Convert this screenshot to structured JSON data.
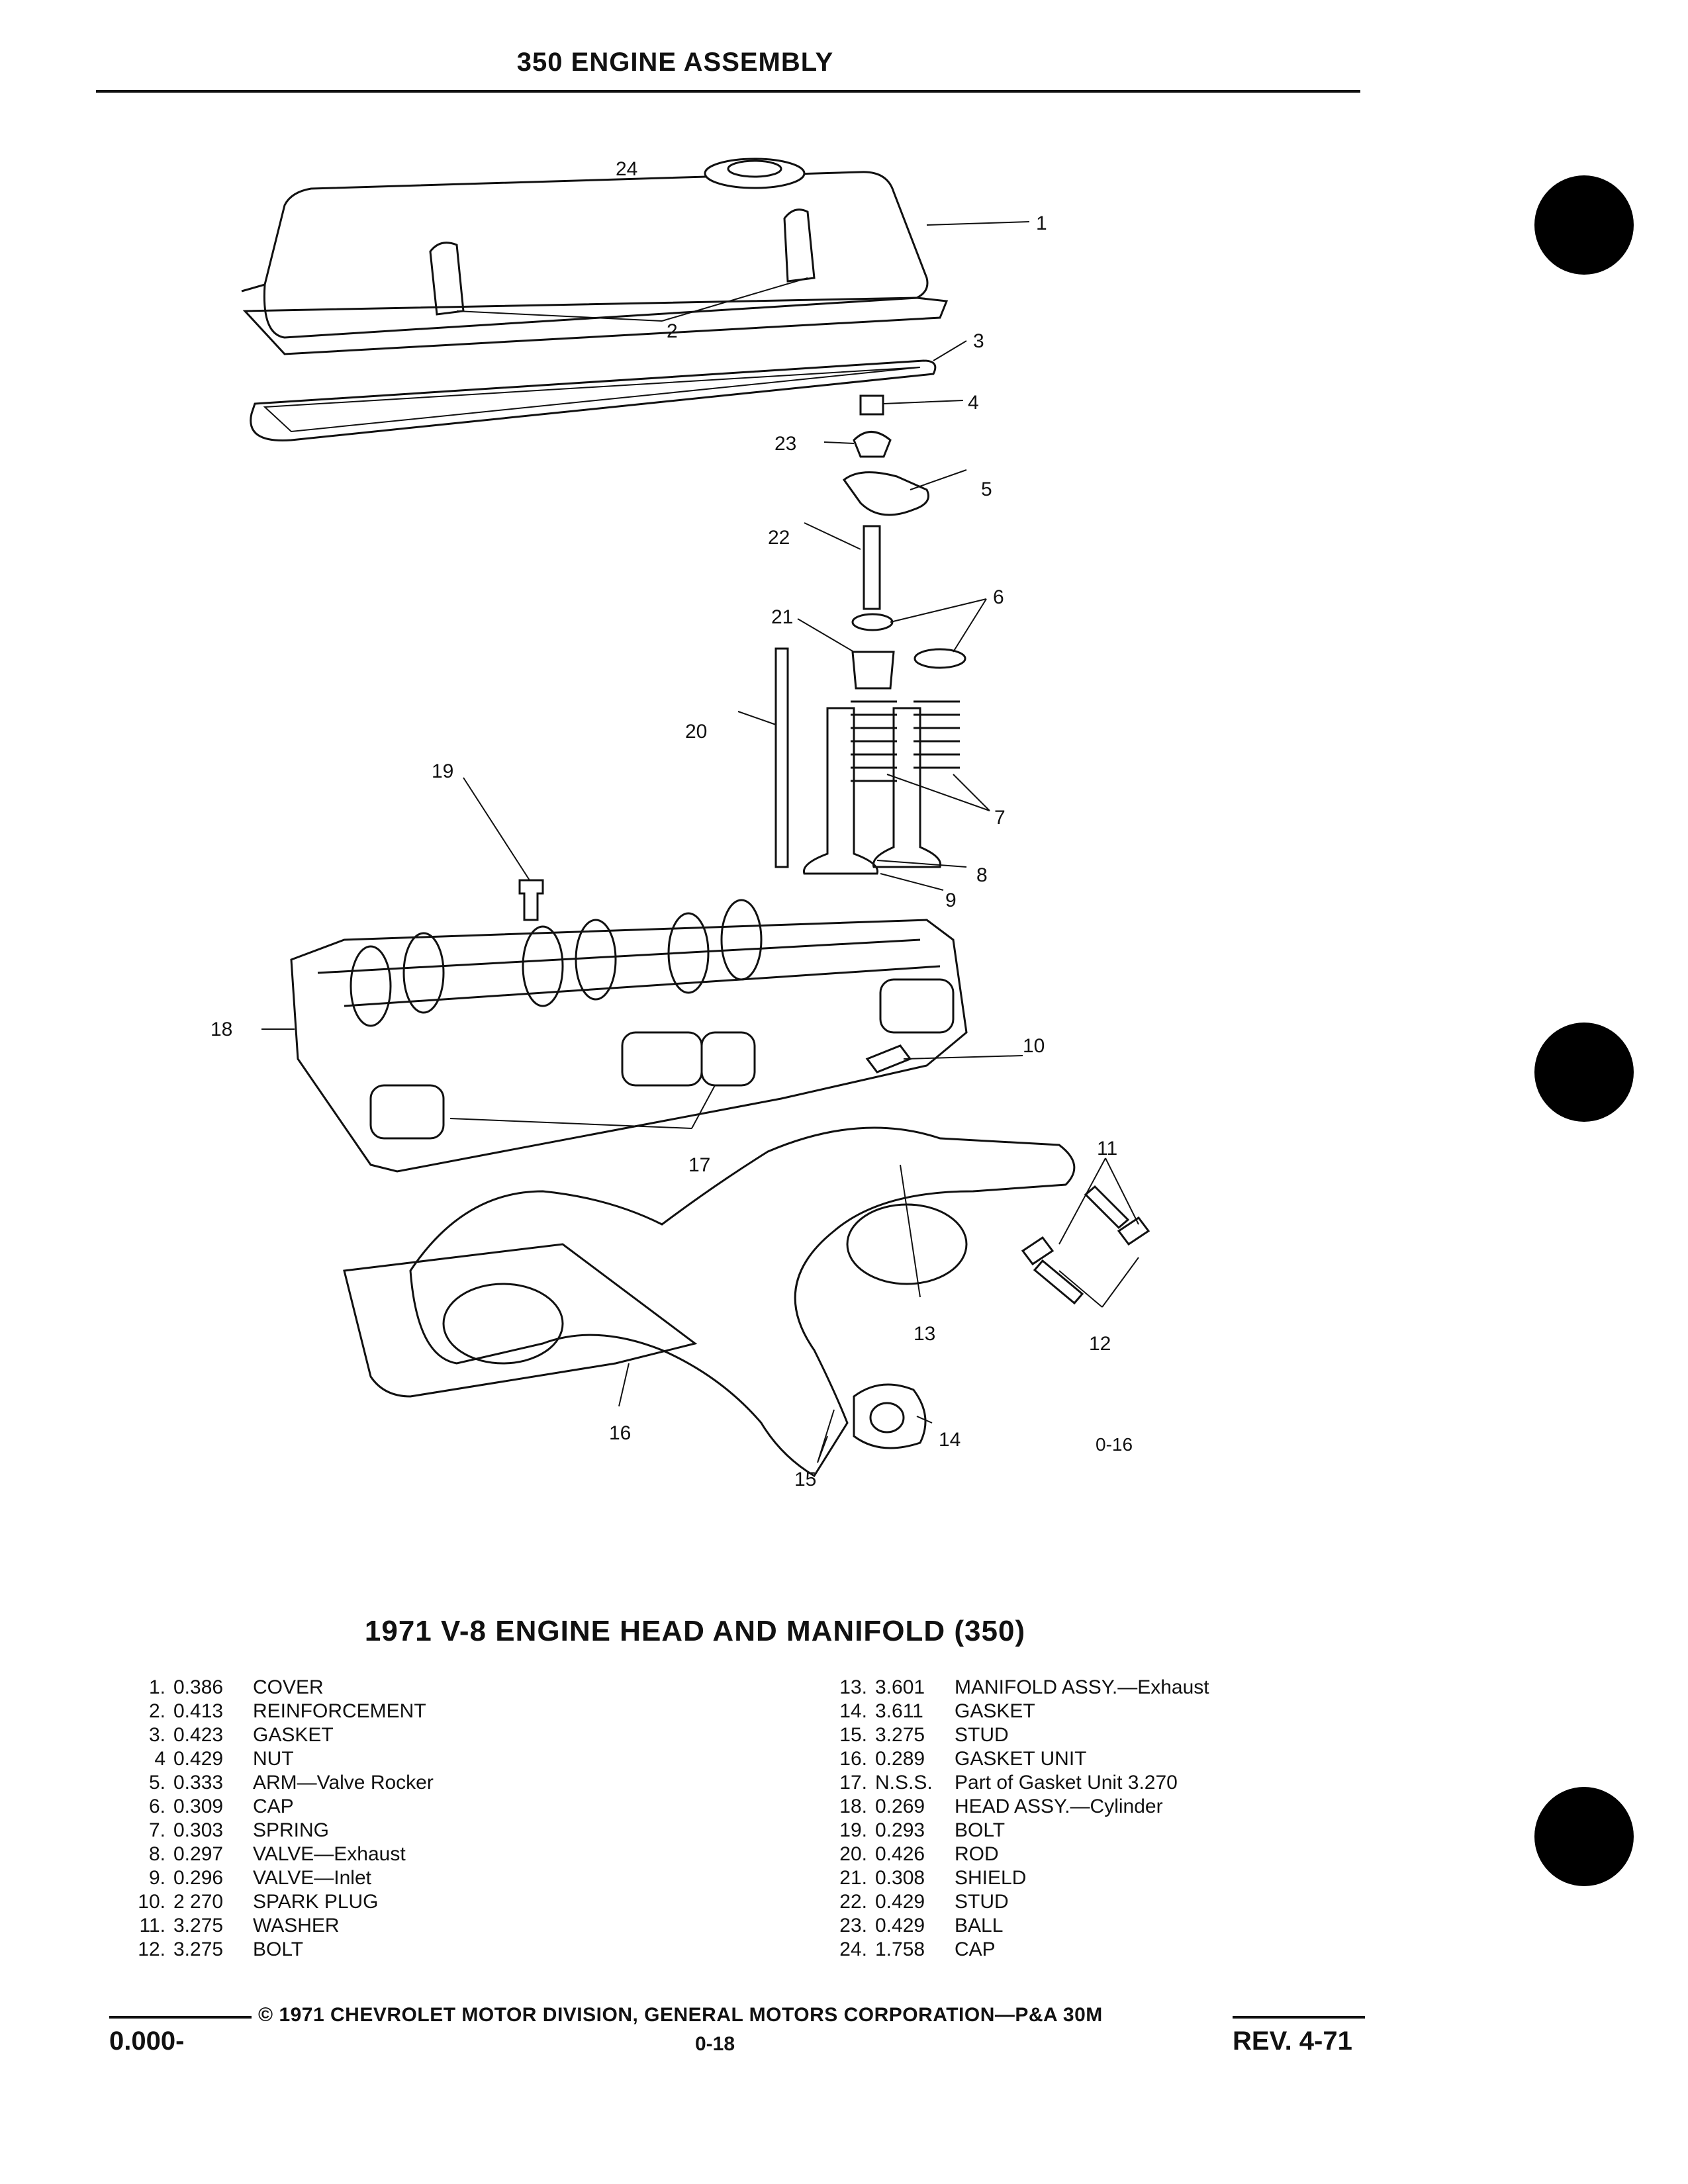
{
  "header": {
    "title": "350 ENGINE ASSEMBLY"
  },
  "diagram": {
    "figure_id": "0-16",
    "callouts": [
      "1",
      "2",
      "3",
      "4",
      "5",
      "6",
      "7",
      "8",
      "9",
      "10",
      "11",
      "12",
      "13",
      "14",
      "15",
      "16",
      "17",
      "18",
      "19",
      "20",
      "21",
      "22",
      "23",
      "24"
    ]
  },
  "legend": {
    "title": "1971 V-8 ENGINE HEAD AND MANIFOLD (350)",
    "left": [
      {
        "num": "1.",
        "code": "0.386",
        "desc": "COVER"
      },
      {
        "num": "2.",
        "code": "0.413",
        "desc": "REINFORCEMENT"
      },
      {
        "num": "3.",
        "code": "0.423",
        "desc": "GASKET"
      },
      {
        "num": "4",
        "code": "0.429",
        "desc": "NUT"
      },
      {
        "num": "5.",
        "code": "0.333",
        "desc": "ARM—Valve Rocker"
      },
      {
        "num": "6.",
        "code": "0.309",
        "desc": "CAP"
      },
      {
        "num": "7.",
        "code": "0.303",
        "desc": "SPRING"
      },
      {
        "num": "8.",
        "code": "0.297",
        "desc": "VALVE—Exhaust"
      },
      {
        "num": "9.",
        "code": "0.296",
        "desc": "VALVE—Inlet"
      },
      {
        "num": "10.",
        "code": "2 270",
        "desc": "SPARK PLUG"
      },
      {
        "num": "11.",
        "code": "3.275",
        "desc": "WASHER"
      },
      {
        "num": "12.",
        "code": "3.275",
        "desc": "BOLT"
      }
    ],
    "right": [
      {
        "num": "13.",
        "code": "3.601",
        "desc": "MANIFOLD ASSY.—Exhaust"
      },
      {
        "num": "14.",
        "code": "3.611",
        "desc": "GASKET"
      },
      {
        "num": "15.",
        "code": "3.275",
        "desc": "STUD"
      },
      {
        "num": "16.",
        "code": "0.289",
        "desc": "GASKET UNIT"
      },
      {
        "num": "17.",
        "code": "N.S.S.",
        "desc": "Part of Gasket Unit 3.270"
      },
      {
        "num": "18.",
        "code": "0.269",
        "desc": "HEAD ASSY.—Cylinder"
      },
      {
        "num": "19.",
        "code": "0.293",
        "desc": "BOLT"
      },
      {
        "num": "20.",
        "code": "0.426",
        "desc": "ROD"
      },
      {
        "num": "21.",
        "code": "0.308",
        "desc": "SHIELD"
      },
      {
        "num": "22.",
        "code": "0.429",
        "desc": "STUD"
      },
      {
        "num": "23.",
        "code": "0.429",
        "desc": "BALL"
      },
      {
        "num": "24.",
        "code": "1.758",
        "desc": "CAP"
      }
    ]
  },
  "footer": {
    "copyright": "© 1971 CHEVROLET MOTOR DIVISION, GENERAL MOTORS CORPORATION—P&A 30M",
    "left": "0.000-",
    "center": "0-18",
    "right": "REV. 4-71"
  }
}
